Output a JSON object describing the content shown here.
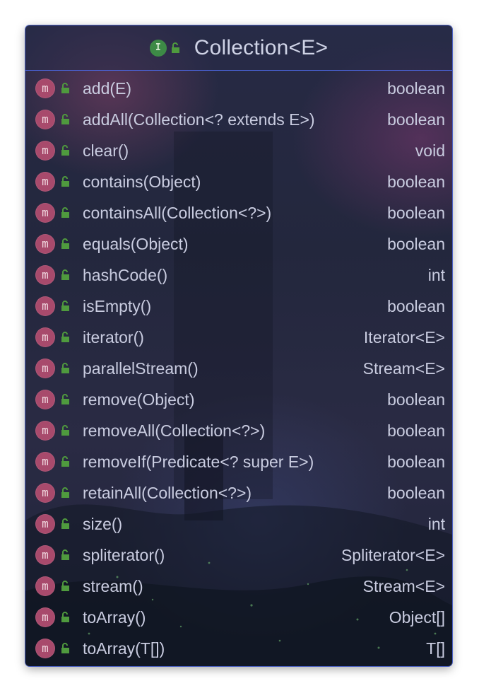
{
  "header": {
    "interface_icon_letter": "I",
    "title": "Collection<E>"
  },
  "method_icon_letter": "m",
  "methods": [
    {
      "name": "add(E)",
      "returns": "boolean"
    },
    {
      "name": "addAll(Collection<? extends E>)",
      "returns": "boolean"
    },
    {
      "name": "clear()",
      "returns": "void"
    },
    {
      "name": "contains(Object)",
      "returns": "boolean"
    },
    {
      "name": "containsAll(Collection<?>)",
      "returns": "boolean"
    },
    {
      "name": "equals(Object)",
      "returns": "boolean"
    },
    {
      "name": "hashCode()",
      "returns": "int"
    },
    {
      "name": "isEmpty()",
      "returns": "boolean"
    },
    {
      "name": "iterator()",
      "returns": "Iterator<E>"
    },
    {
      "name": "parallelStream()",
      "returns": "Stream<E>"
    },
    {
      "name": "remove(Object)",
      "returns": "boolean"
    },
    {
      "name": "removeAll(Collection<?>)",
      "returns": "boolean"
    },
    {
      "name": "removeIf(Predicate<? super E>)",
      "returns": "boolean"
    },
    {
      "name": "retainAll(Collection<?>)",
      "returns": "boolean"
    },
    {
      "name": "size()",
      "returns": "int"
    },
    {
      "name": "spliterator()",
      "returns": "Spliterator<E>"
    },
    {
      "name": "stream()",
      "returns": "Stream<E>"
    },
    {
      "name": "toArray()",
      "returns": "Object[]"
    },
    {
      "name": "toArray(T[])",
      "returns": "T[]"
    }
  ],
  "colors": {
    "interface_icon": "#3d8a46",
    "method_icon": "#a84a6c",
    "lock_icon": "#4f9a3e",
    "header_border": "#4a63d8"
  }
}
